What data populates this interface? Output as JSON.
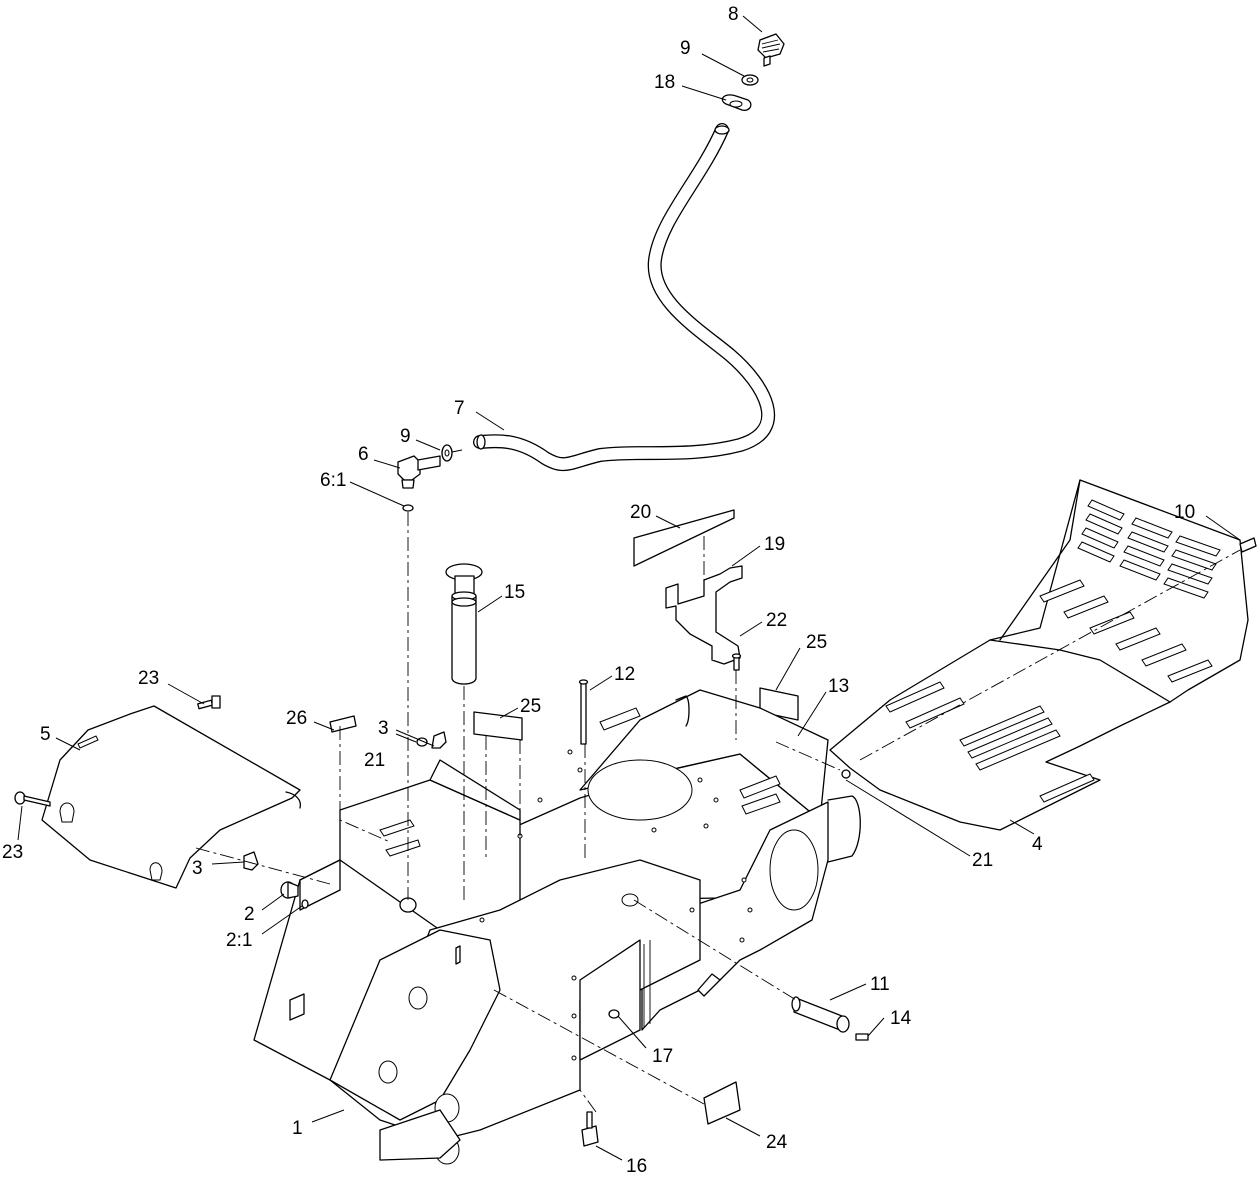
{
  "diagram": {
    "callouts": [
      {
        "id": "c8",
        "text": "8"
      },
      {
        "id": "c9a",
        "text": "9"
      },
      {
        "id": "c18",
        "text": "18"
      },
      {
        "id": "c7",
        "text": "7"
      },
      {
        "id": "c9b",
        "text": "9"
      },
      {
        "id": "c6",
        "text": "6"
      },
      {
        "id": "c61",
        "text": "6:1"
      },
      {
        "id": "c20",
        "text": "20"
      },
      {
        "id": "c19",
        "text": "19"
      },
      {
        "id": "c10",
        "text": "10"
      },
      {
        "id": "c15",
        "text": "15"
      },
      {
        "id": "c22",
        "text": "22"
      },
      {
        "id": "c25a",
        "text": "25"
      },
      {
        "id": "c12",
        "text": "12"
      },
      {
        "id": "c13",
        "text": "13"
      },
      {
        "id": "c23a",
        "text": "23"
      },
      {
        "id": "c26",
        "text": "26"
      },
      {
        "id": "c25b",
        "text": "25"
      },
      {
        "id": "c5",
        "text": "5"
      },
      {
        "id": "c3a",
        "text": "3"
      },
      {
        "id": "c21a",
        "text": "21"
      },
      {
        "id": "c23b",
        "text": "23"
      },
      {
        "id": "c3b",
        "text": "3"
      },
      {
        "id": "c2",
        "text": "2"
      },
      {
        "id": "c21b",
        "text": "2:1"
      },
      {
        "id": "c4",
        "text": "4"
      },
      {
        "id": "c21c",
        "text": "21"
      },
      {
        "id": "c11",
        "text": "11"
      },
      {
        "id": "c14",
        "text": "14"
      },
      {
        "id": "c17",
        "text": "17"
      },
      {
        "id": "c1",
        "text": "1"
      },
      {
        "id": "c24",
        "text": "24"
      },
      {
        "id": "c16",
        "text": "16"
      }
    ]
  }
}
